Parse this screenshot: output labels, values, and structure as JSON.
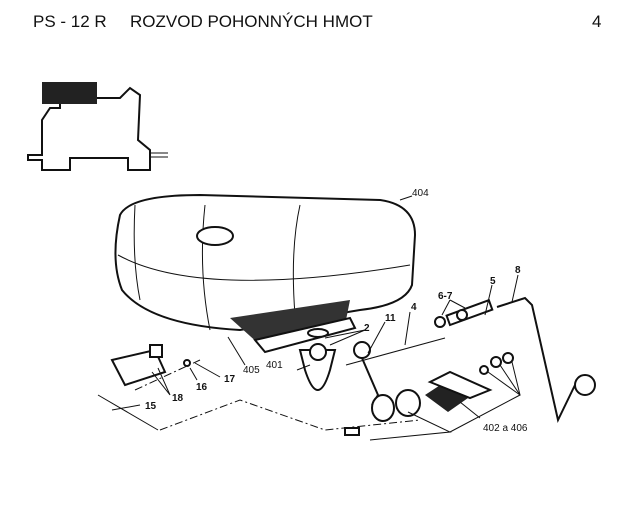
{
  "header": {
    "code": "PS - 12 R",
    "title": "ROZVOD POHONNÝCH HMOT",
    "page_number": "4"
  },
  "callouts": {
    "c404": "404",
    "c405": "405",
    "c401": "401",
    "c2": "2",
    "c11": "11",
    "c4": "4",
    "c67": "6-7",
    "c5": "5",
    "c8": "8",
    "c402": "402 a 406",
    "c15": "15",
    "c16": "16",
    "c17": "17",
    "c18": "18"
  }
}
